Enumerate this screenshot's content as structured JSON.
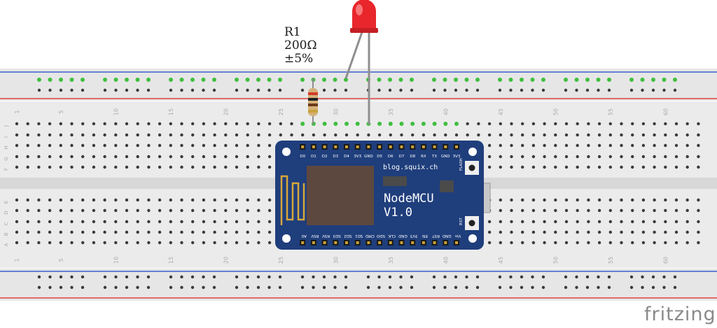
{
  "resistor": {
    "name": "R1",
    "value": "200Ω",
    "tolerance": "±5%"
  },
  "breadboard": {
    "column_numbers": [
      "1",
      "5",
      "10",
      "15",
      "20",
      "25",
      "30",
      "35",
      "40",
      "45",
      "50",
      "55",
      "60"
    ],
    "row_letters_top": [
      "J",
      "I",
      "H",
      "G",
      "F"
    ],
    "row_letters_bottom": [
      "E",
      "D",
      "C",
      "B",
      "A"
    ]
  },
  "nodemcu": {
    "url": "blog.squix.ch",
    "title": "NodeMCU",
    "version": "V1.0",
    "top_pins": [
      "D0",
      "D1",
      "D2",
      "D3",
      "D4",
      "3V3",
      "GND",
      "D5",
      "D6",
      "D7",
      "D8",
      "RX",
      "TX",
      "GND",
      "3V3"
    ],
    "bottom_pins": [
      "A0",
      "RSV",
      "RSV",
      "SD3",
      "SD2",
      "SD1",
      "CMD",
      "SDO",
      "CLK",
      "GND",
      "3V3",
      "EN",
      "RST",
      "GND",
      "Vin"
    ],
    "button_flash": "FLASH",
    "button_rst": "RST"
  },
  "watermark": "fritzing",
  "colors": {
    "board_blue": "#1f3e7c",
    "led_red": "#e8262c",
    "rail_red": "#e04040",
    "rail_blue": "#3a5fcf",
    "hole_green": "#3fbf3f"
  }
}
